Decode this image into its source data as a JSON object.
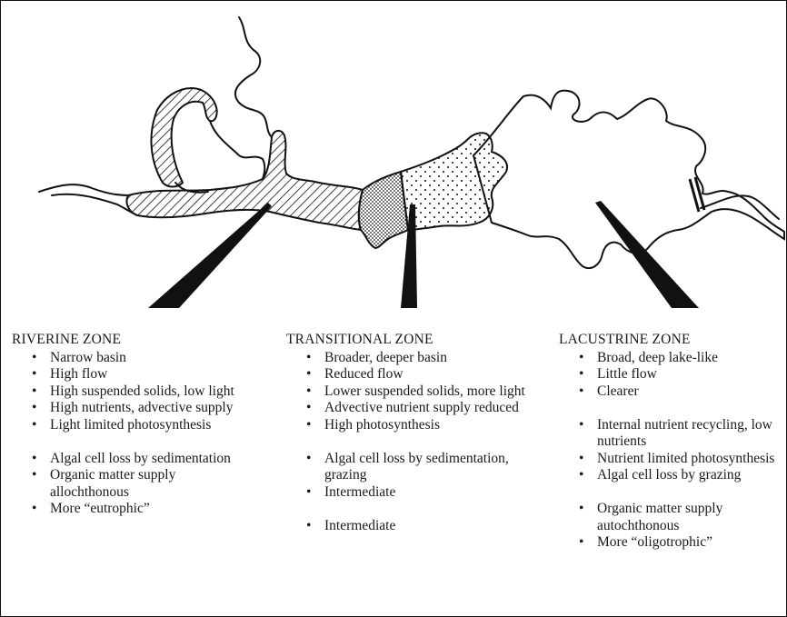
{
  "zones": [
    {
      "title": "RIVERINE ZONE",
      "items": [
        "Narrow basin",
        "High flow",
        "High suspended solids, low light",
        "High nutrients, advective supply",
        "Light limited photosynthesis",
        "Algal cell loss by sedimentation",
        "Organic matter supply allochthonous",
        "More “eutrophic”"
      ]
    },
    {
      "title": "TRANSITIONAL ZONE",
      "items": [
        "Broader, deeper basin",
        "Reduced flow",
        "Lower suspended solids, more light",
        "Advective nutrient supply reduced",
        "High photosynthesis",
        "Algal cell loss by sedimentation, grazing",
        "Intermediate",
        "Intermediate"
      ]
    },
    {
      "title": "LACUSTRINE ZONE",
      "items": [
        "Broad, deep lake-like",
        "Little flow",
        "Clearer",
        "Internal nutrient recycling, low nutrients",
        "Nutrient limited photosynthesis",
        "Algal cell loss by grazing",
        "Organic matter supply autochthonous",
        "More “oligotrophic”"
      ]
    }
  ]
}
